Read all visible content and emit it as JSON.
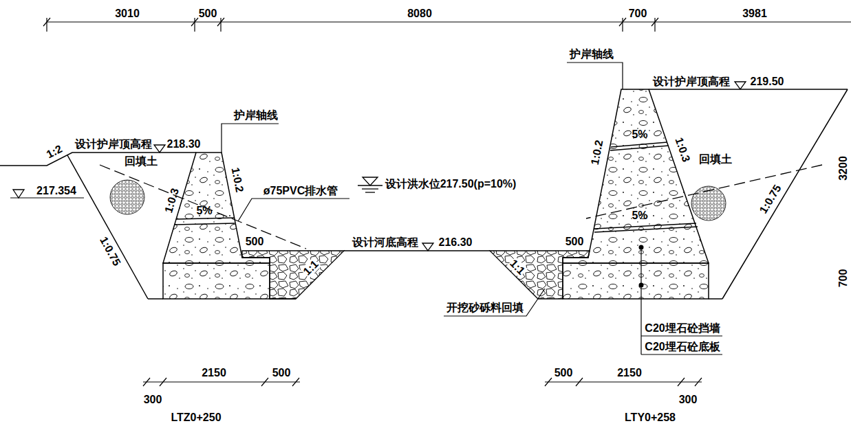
{
  "diagram": {
    "labels": [
      "3010",
      "500",
      "8080",
      "700",
      "3981",
      "护岸轴线",
      "设计护岸顶高程",
      "219.50",
      "护岸轴线",
      "设计护岸顶高程",
      "218.30",
      "1:2",
      "回填土",
      "217.354",
      "1:0.3",
      "1:0.2",
      "ø75PVC排水管",
      "5%",
      "设计洪水位217.50(p=10%)",
      "1:0.75",
      "500",
      "设计河底高程",
      "216.30",
      "1:1",
      "1:1",
      "500",
      "开挖砂砾料回填",
      "1:0.2",
      "1:0.3",
      "5%",
      "5%",
      "回填土",
      "1:0.75",
      "C20埋石砼挡墙",
      "C20埋石砼底板",
      "3200",
      "700",
      "2150",
      "500",
      "300",
      "LTZ0+250",
      "500",
      "2150",
      "300",
      "LTY0+258"
    ]
  }
}
